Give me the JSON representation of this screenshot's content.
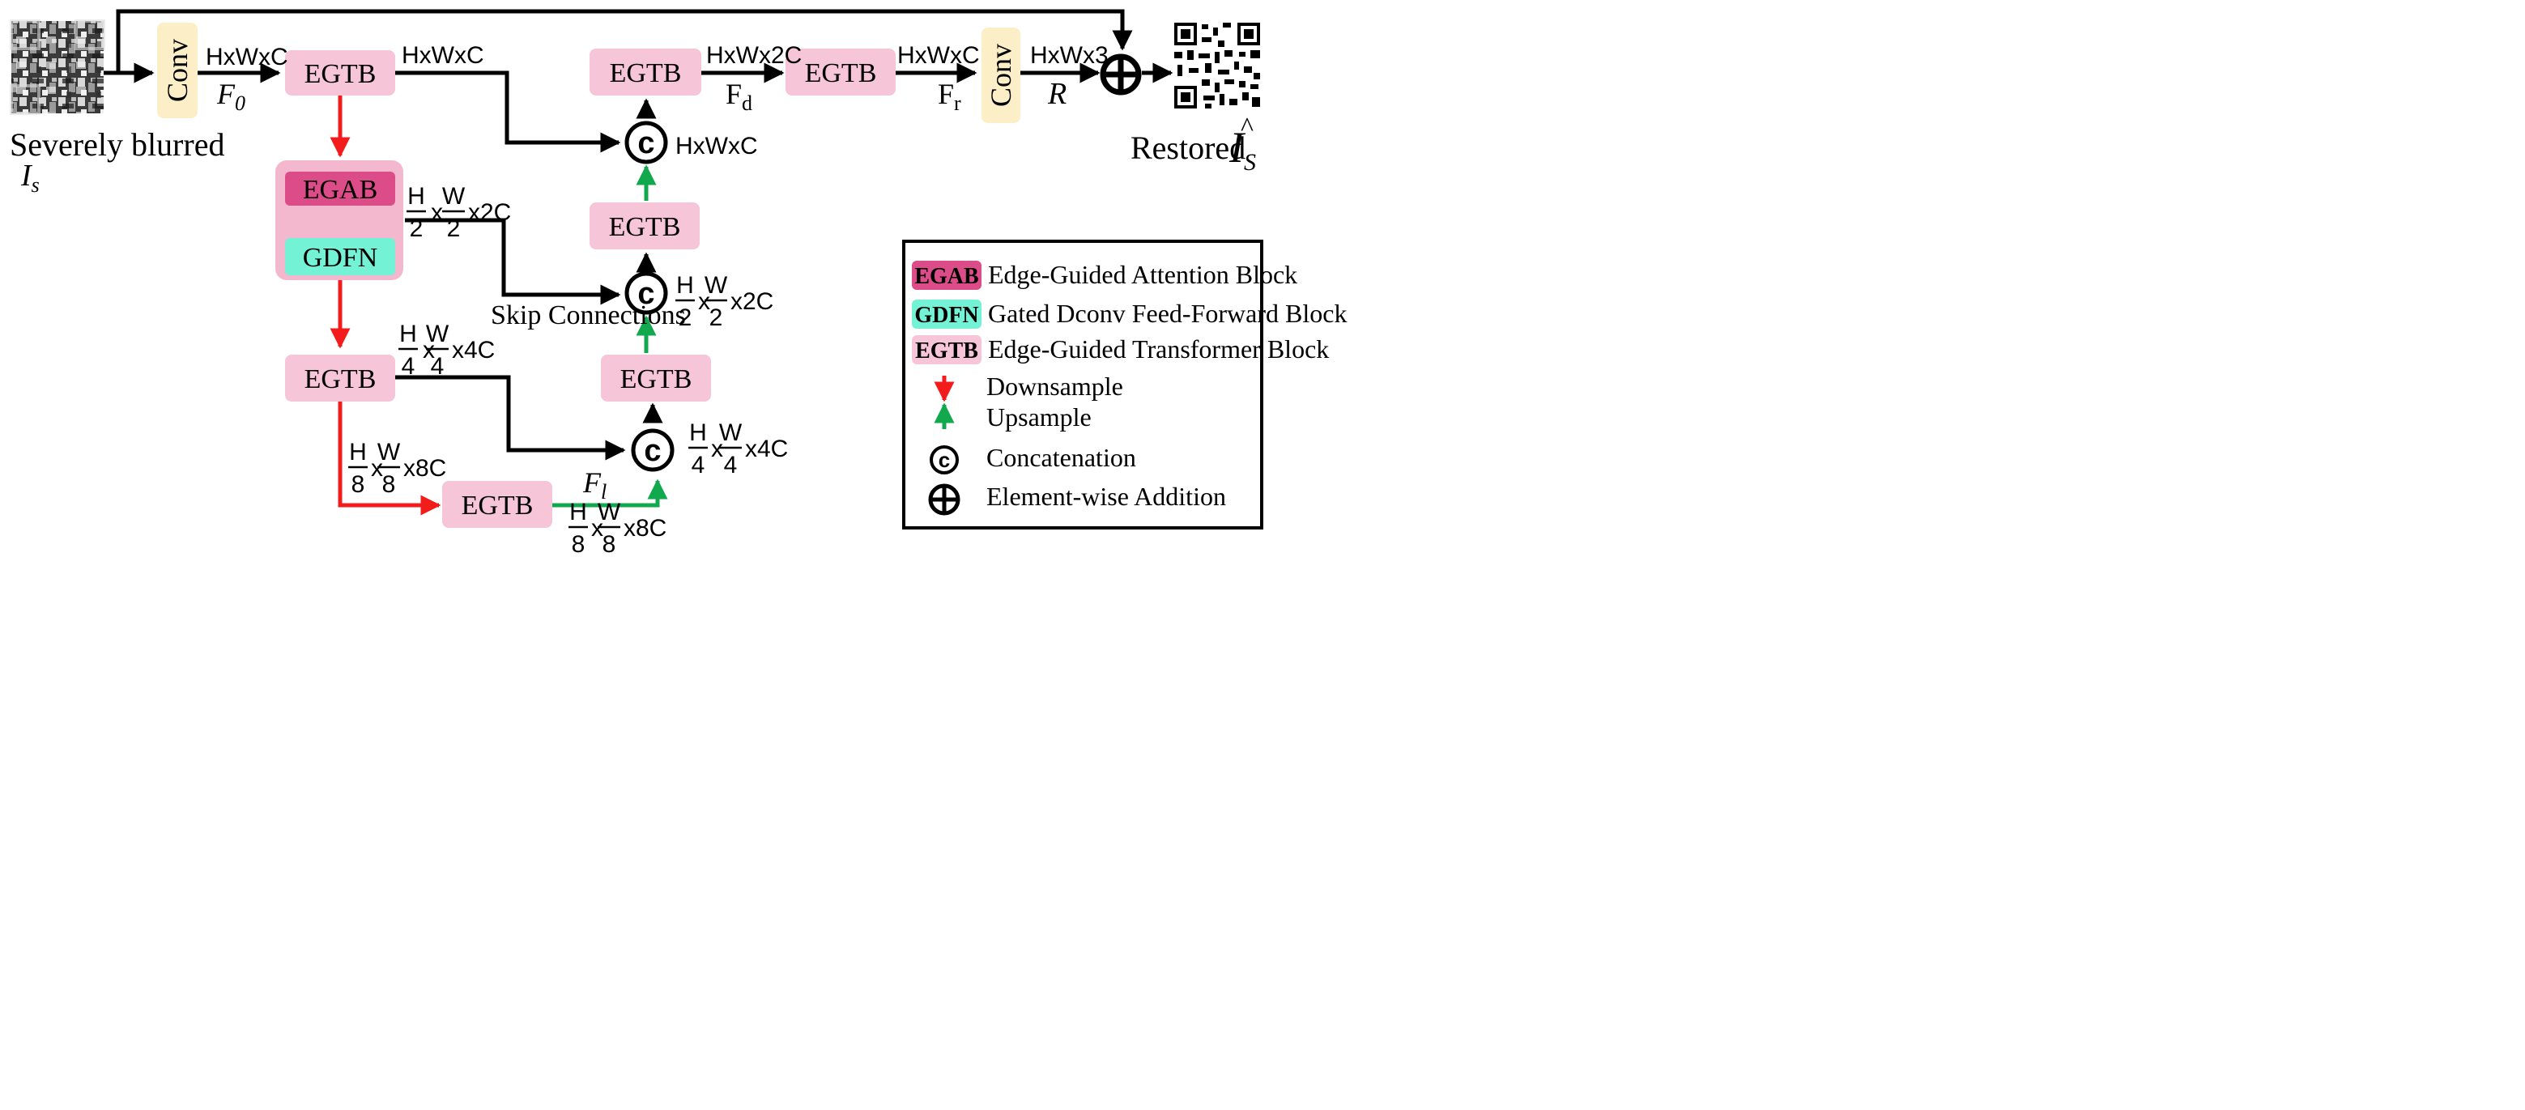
{
  "colors": {
    "egtb": "#F7C5D8",
    "egab": "#DB4C89",
    "gdfn": "#74F2D6",
    "egtb_group": "#F3B7CE",
    "conv": "#FCEFC7",
    "downsample": "#F21C1C",
    "upsample": "#12A84E",
    "line": "#000000"
  },
  "input": {
    "caption": "Severely blurred",
    "symbol": "I",
    "subscript": "s"
  },
  "output": {
    "caption": "Restored",
    "symbol": "I",
    "hat": "^",
    "subscript": "S"
  },
  "blocks": {
    "conv_in": "Conv",
    "conv_out": "Conv",
    "egtb_enc1": "EGTB",
    "egab": "EGAB",
    "gdfn": "GDFN",
    "egtb_enc3": "EGTB",
    "egtb_latent": "EGTB",
    "egtb_dec3": "EGTB",
    "egtb_dec2": "EGTB",
    "egtb_dec1": "EGTB",
    "egtb_refine": "EGTB"
  },
  "concat_symbol": "c",
  "labels": {
    "hwc_1": "HxWxC",
    "hwc_2": "HxWxC",
    "hwc_3": "HxWxC",
    "hwc_4": "HxWxC",
    "hw2c": "HxWx2C",
    "hw3": "HxWx3",
    "f0": "F",
    "f0_sub": "0",
    "fd": "F",
    "fd_sub": "d",
    "fr": "F",
    "fr_sub": "r",
    "fl": "F",
    "fl_sub": "l",
    "r": "R",
    "skip": "Skip Connections"
  },
  "fractions": {
    "enc2": {
      "n1": "H",
      "d1": "2",
      "n2": "W",
      "d2": "2",
      "c": "x2C"
    },
    "enc3": {
      "n1": "H",
      "d1": "4",
      "n2": "W",
      "d2": "4",
      "c": "x4C"
    },
    "lat": {
      "n1": "H",
      "d1": "8",
      "n2": "W",
      "d2": "8",
      "c": "x8C"
    },
    "lat_out": {
      "n1": "H",
      "d1": "8",
      "n2": "W",
      "d2": "8",
      "c": "x8C"
    },
    "dec3": {
      "n1": "H",
      "d1": "4",
      "n2": "W",
      "d2": "4",
      "c": "x4C"
    },
    "dec2": {
      "n1": "H",
      "d1": "2",
      "n2": "W",
      "d2": "2",
      "c": "x2C"
    },
    "x": "x"
  },
  "legend": {
    "egab_tag": "EGAB",
    "egab_desc": "Edge-Guided Attention Block",
    "gdfn_tag": "GDFN",
    "gdfn_desc": "Gated Dconv Feed-Forward Block",
    "egtb_tag": "EGTB",
    "egtb_desc": "Edge-Guided Transformer Block",
    "down_desc": "Downsample",
    "up_desc": "Upsample",
    "concat_symbol": "c",
    "concat_desc": "Concatenation",
    "add_desc": "Element-wise Addition"
  }
}
